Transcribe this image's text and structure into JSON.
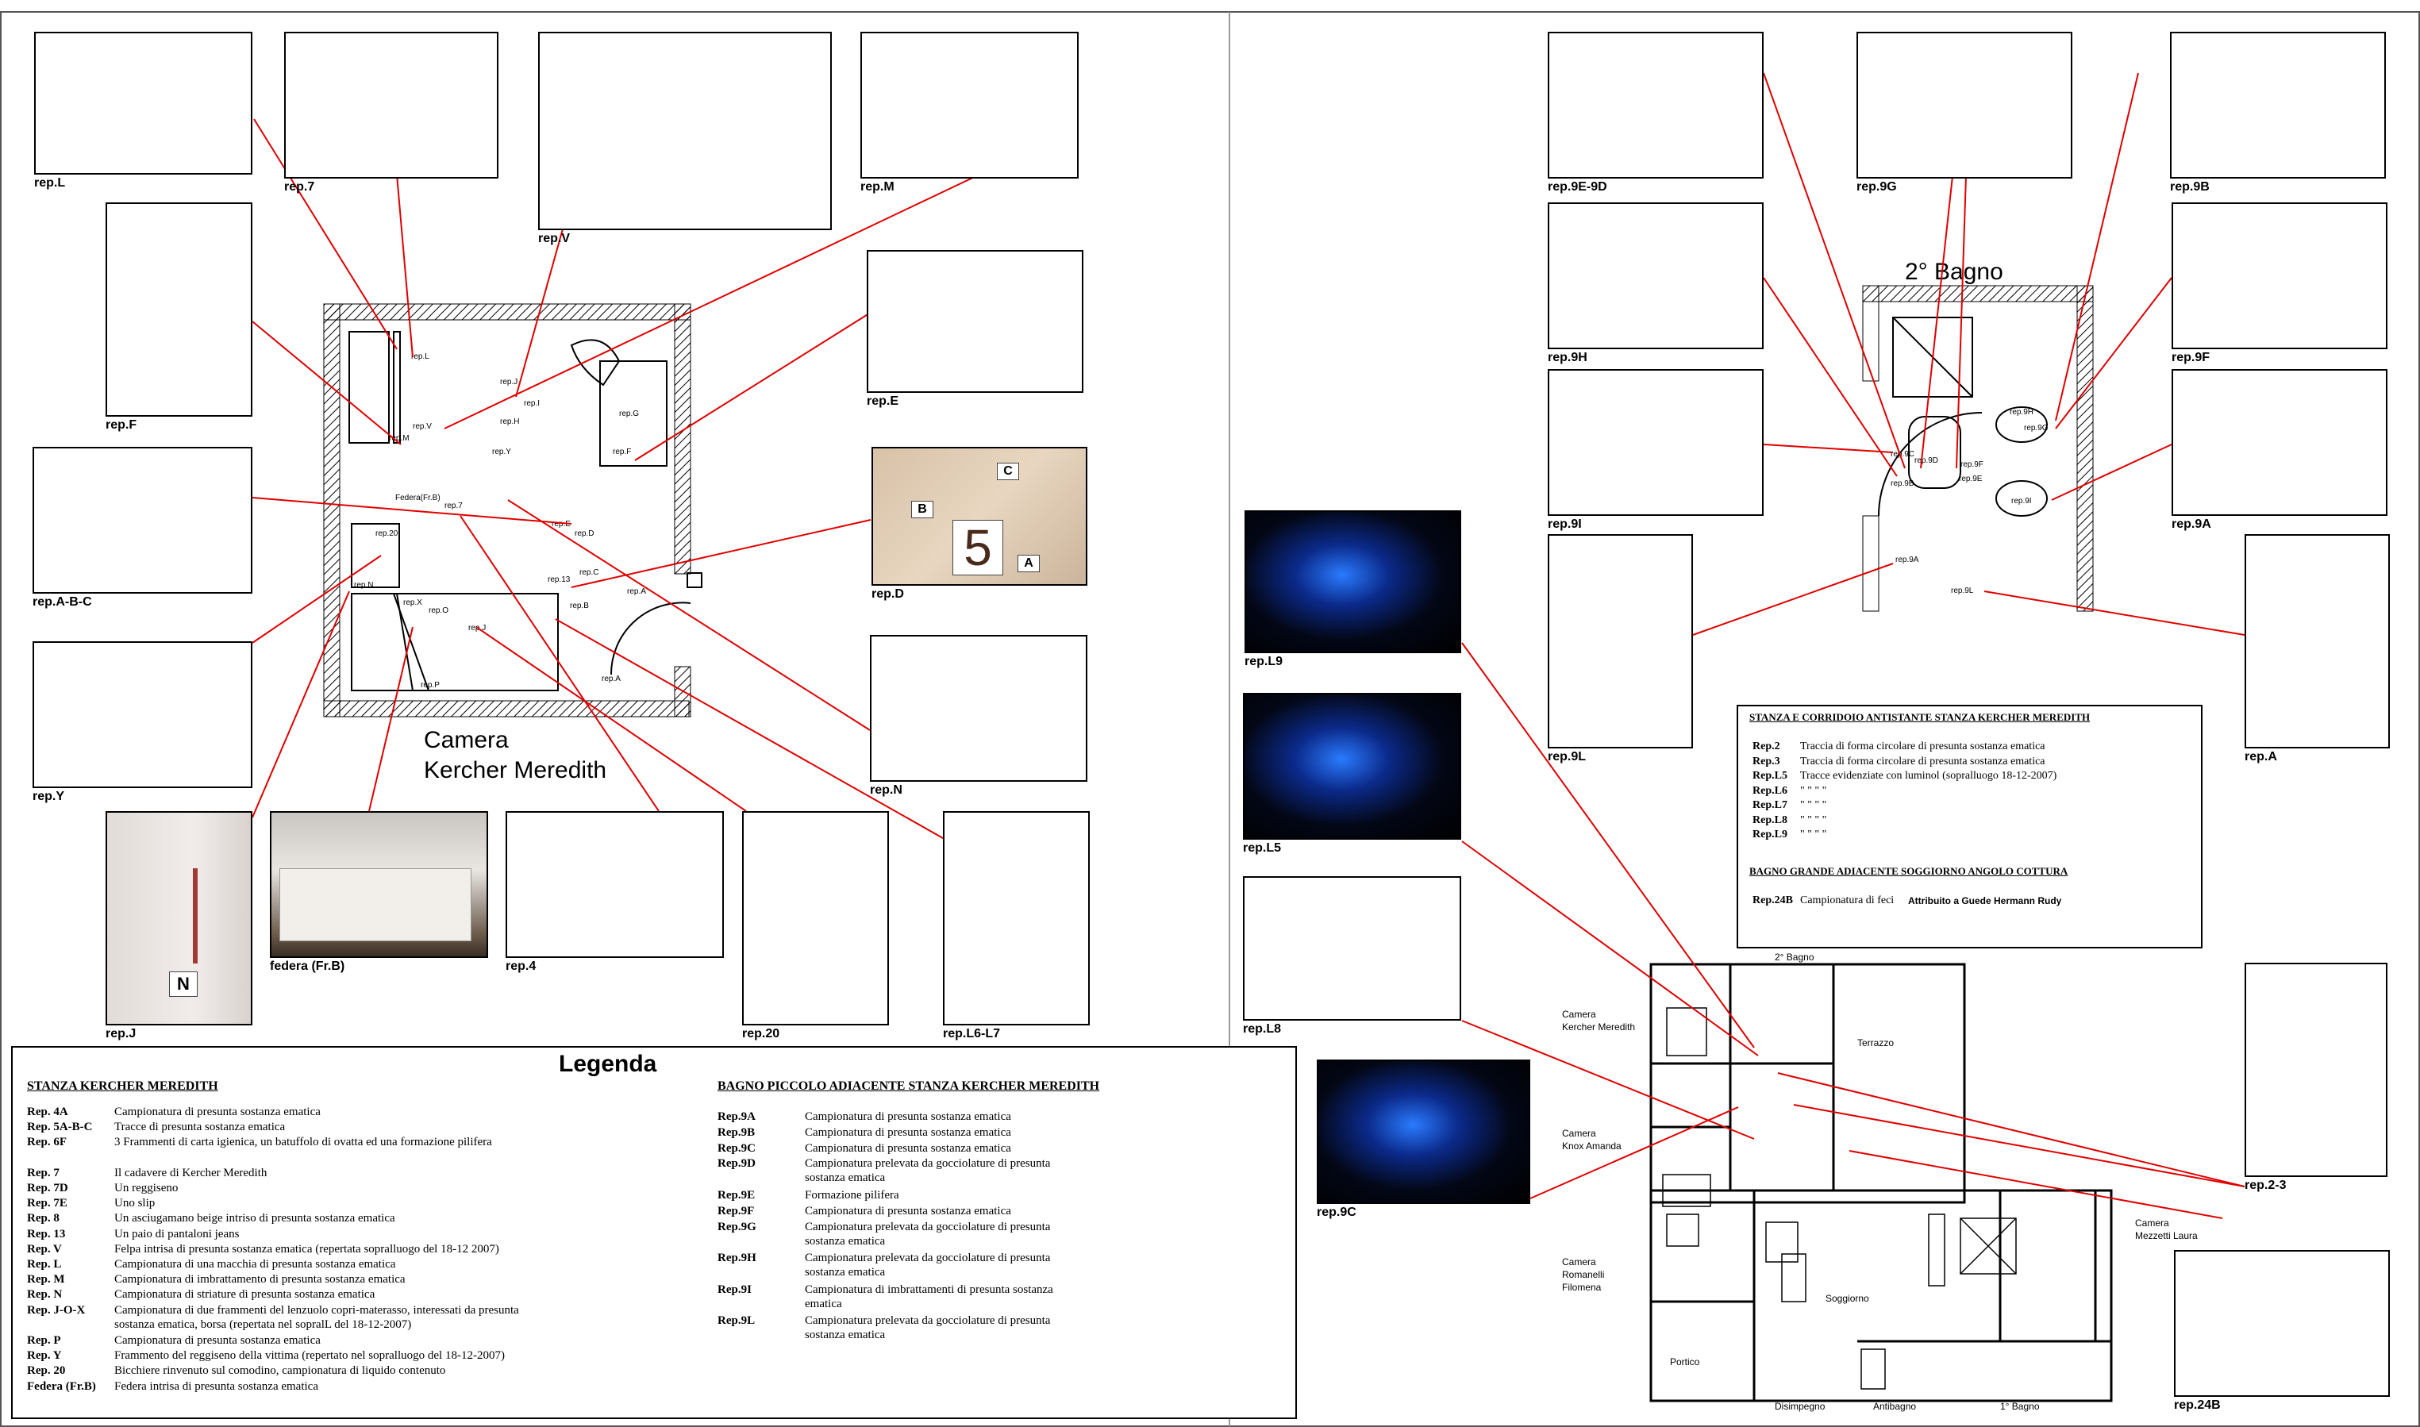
{
  "colors": {
    "leader_line": "#e00000",
    "wall_hatch": "#000000",
    "luminol": "#1e6bff"
  },
  "thumbnails": [
    {
      "caption": "rep.L"
    },
    {
      "caption": "rep.7"
    },
    {
      "caption": "rep.V"
    },
    {
      "caption": "rep.M"
    },
    {
      "caption": "rep.F"
    },
    {
      "caption": "rep.E"
    },
    {
      "caption": "rep.A-B-C"
    },
    {
      "caption": "rep.D"
    },
    {
      "caption": "rep.Y"
    },
    {
      "caption": "rep.N"
    },
    {
      "caption": "rep.J"
    },
    {
      "caption": "federa (Fr.B)"
    },
    {
      "caption": "rep.4"
    },
    {
      "caption": "rep.20"
    },
    {
      "caption": "rep.L6-L7"
    },
    {
      "caption": "rep.L9"
    },
    {
      "caption": "rep.L5"
    },
    {
      "caption": "rep.L8"
    },
    {
      "caption": "rep.9C"
    },
    {
      "caption": "rep.9E-9D"
    },
    {
      "caption": "rep.9G"
    },
    {
      "caption": "rep.9B"
    },
    {
      "caption": "rep.9H"
    },
    {
      "caption": "rep.9F"
    },
    {
      "caption": "rep.9I"
    },
    {
      "caption": "rep.9A"
    },
    {
      "caption": "rep.9L"
    },
    {
      "caption": "rep.A"
    },
    {
      "caption": "rep.2-3"
    },
    {
      "caption": "rep.24B"
    }
  ],
  "photo_tags": {
    "tag_c": "C",
    "tag_b": "B",
    "tag_5": "5",
    "tag_a": "A",
    "tag_n": "N"
  },
  "plan_room": {
    "title_line1": "Camera",
    "title_line2": "Kercher Meredith",
    "marks": [
      "rep.L",
      "rep.J",
      "rep.I",
      "rep.V",
      "rep.H",
      "rep.M",
      "rep.G",
      "rep.Y",
      "rep.F",
      "Federa(Fr.B)",
      "rep.7",
      "rep.E",
      "rep.20",
      "rep.D",
      "rep.C",
      "rep.13",
      "rep.N",
      "rep.A",
      "rep.B",
      "rep.X",
      "rep.O",
      "rep.J",
      "rep.P",
      "rep.A"
    ]
  },
  "plan_bath": {
    "title": "2° Bagno",
    "marks": [
      "rep.9C",
      "rep.9D",
      "rep.9B",
      "rep.9F",
      "rep.9E",
      "rep.9H",
      "rep.9G",
      "rep.9I",
      "rep.9A",
      "rep.9L"
    ]
  },
  "floor_plan": {
    "labels": [
      "2° Bagno",
      "Camera",
      "Kercher Meredith",
      "Terrazzo",
      "Camera",
      "Knox Amanda",
      "Camera",
      "Mezzetti Laura",
      "Camera",
      "Romanelli",
      "Filomena",
      "Soggiorno",
      "Portico",
      "Disimpegno",
      "Antibagno",
      "1° Bagno"
    ]
  },
  "legenda": {
    "title": "Legenda",
    "section1": "STANZA KERCHER MEREDITH",
    "rows1": [
      {
        "code": "Rep. 4A",
        "desc": "Campionatura di presunta sostanza ematica"
      },
      {
        "code": "Rep. 5A-B-C",
        "desc": "Tracce di presunta sostanza ematica"
      },
      {
        "code": "Rep. 6F",
        "desc": "3 Frammenti di carta igienica, un batuffolo di ovatta ed una formazione pilifera"
      },
      {
        "code": "Rep. 7",
        "desc": "Il cadavere di Kercher Meredith"
      },
      {
        "code": "Rep. 7D",
        "desc": "Un reggiseno"
      },
      {
        "code": "Rep. 7E",
        "desc": "Uno slip"
      },
      {
        "code": "Rep. 8",
        "desc": "Un asciugamano beige intriso di presunta sostanza ematica"
      },
      {
        "code": "Rep. 13",
        "desc": "Un paio di pantaloni jeans"
      },
      {
        "code": "Rep. V",
        "desc": "Felpa intrisa di presunta sostanza ematica (repertata sopralluogo del 18-12 2007)"
      },
      {
        "code": "Rep. L",
        "desc": "Campionatura di una macchia di presunta  sostanza ematica"
      },
      {
        "code": "Rep. M",
        "desc": "Campionatura di imbrattamento di presunta  sostanza ematica"
      },
      {
        "code": "Rep. N",
        "desc": "Campionatura di striature di presunta  sostanza ematica"
      },
      {
        "code": "Rep. J-O-X",
        "desc": "Campionatura di due frammenti del lenzuolo copri-materasso,  interessati da  presunta sostanza ematica, borsa  (repertata nel sopralL del 18-12-2007)"
      },
      {
        "code": "Rep. P",
        "desc": "Campionatura di presunta sostanza ematica"
      },
      {
        "code": "Rep. Y",
        "desc": "Frammento del reggiseno della vittima (repertato nel sopralluogo del 18-12-2007)"
      },
      {
        "code": "Rep. 20",
        "desc": "Bicchiere rinvenuto sul comodino, campionatura di liquido contenuto"
      },
      {
        "code": "Federa (Fr.B)",
        "desc": "Federa intrisa di presunta sostanza ematica"
      }
    ],
    "section2": "BAGNO PICCOLO ADIACENTE STANZA KERCHER MEREDITH",
    "rows2": [
      {
        "code": "Rep.9A",
        "desc": "Campionatura di presunta sostanza ematica"
      },
      {
        "code": "Rep.9B",
        "desc": "Campionatura di presunta sostanza ematica"
      },
      {
        "code": "Rep.9C",
        "desc": "Campionatura di presunta sostanza ematica"
      },
      {
        "code": "Rep.9D",
        "desc": "Campionatura prelevata da gocciolature di presunta sostanza ematica"
      },
      {
        "code": "Rep.9E",
        "desc": "Formazione pilifera"
      },
      {
        "code": "Rep.9F",
        "desc": "Campionatura di presunta sostanza ematica"
      },
      {
        "code": "Rep.9G",
        "desc": "Campionatura prelevata da gocciolature di presunta sostanza ematica"
      },
      {
        "code": "Rep.9H",
        "desc": "Campionatura prelevata da gocciolature di presunta sostanza ematica"
      },
      {
        "code": "Rep.9I",
        "desc": "Campionatura di imbrattamenti di presunta sostanza ematica"
      },
      {
        "code": "Rep.9L",
        "desc": "Campionatura prelevata da gocciolature di presunta sostanza ematica"
      }
    ]
  },
  "info_box": {
    "section1": "STANZA E CORRIDOIO ANTISTANTE STANZA KERCHER MEREDITH",
    "rows1": [
      {
        "code": "Rep.2",
        "desc": "Traccia di forma circolare di presunta sostanza ematica"
      },
      {
        "code": "Rep.3",
        "desc": "Traccia di forma circolare di presunta sostanza ematica"
      },
      {
        "code": "Rep.L5",
        "desc": "Tracce evidenziate con luminol (sopralluogo 18-12-2007)"
      },
      {
        "code": "Rep.L6",
        "desc": "\"            \"            \"            \""
      },
      {
        "code": "Rep.L7",
        "desc": "\"            \"            \"            \""
      },
      {
        "code": "Rep.L8",
        "desc": "\"            \"            \"            \""
      },
      {
        "code": "Rep.L9",
        "desc": "\"            \"            \"            \""
      }
    ],
    "section2": "BAGNO GRANDE ADIACENTE SOGGIORNO ANGOLO COTTURA",
    "row2_code": "Rep.24B",
    "row2_desc": "Campionatura di feci",
    "row2_note": "Attribuito a Guede Hermann Rudy"
  }
}
